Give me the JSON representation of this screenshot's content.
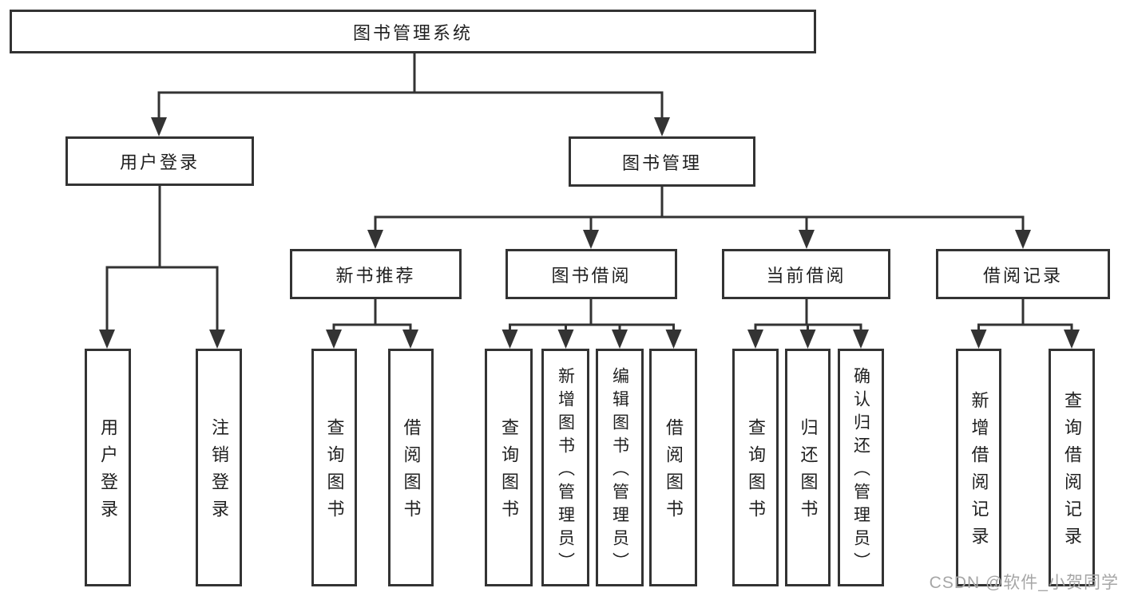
{
  "diagram": {
    "root": {
      "label": "图书管理系统"
    },
    "branches": [
      {
        "label": "用户登录",
        "children": [
          {
            "label": "用户登录"
          },
          {
            "label": "注销登录"
          }
        ]
      },
      {
        "label": "图书管理",
        "children": [
          {
            "label": "新书推荐",
            "children": [
              {
                "label": "查询图书"
              },
              {
                "label": "借阅图书"
              }
            ]
          },
          {
            "label": "图书借阅",
            "children": [
              {
                "label": "查询图书"
              },
              {
                "label": "新增图书（管理员）"
              },
              {
                "label": "编辑图书（管理员）"
              },
              {
                "label": "借阅图书"
              }
            ]
          },
          {
            "label": "当前借阅",
            "children": [
              {
                "label": "查询图书"
              },
              {
                "label": "归还图书"
              },
              {
                "label": "确认归还（管理员）"
              }
            ]
          },
          {
            "label": "借阅记录",
            "children": [
              {
                "label": "新增借阅记录"
              },
              {
                "label": "查询借阅记录"
              }
            ]
          }
        ]
      }
    ],
    "watermark": "CSDN @软件_小贺同学",
    "colors": {
      "line": "#333333",
      "text": "#1f1f1f",
      "watermark": "#a6a6a6",
      "background": "#ffffff"
    }
  }
}
